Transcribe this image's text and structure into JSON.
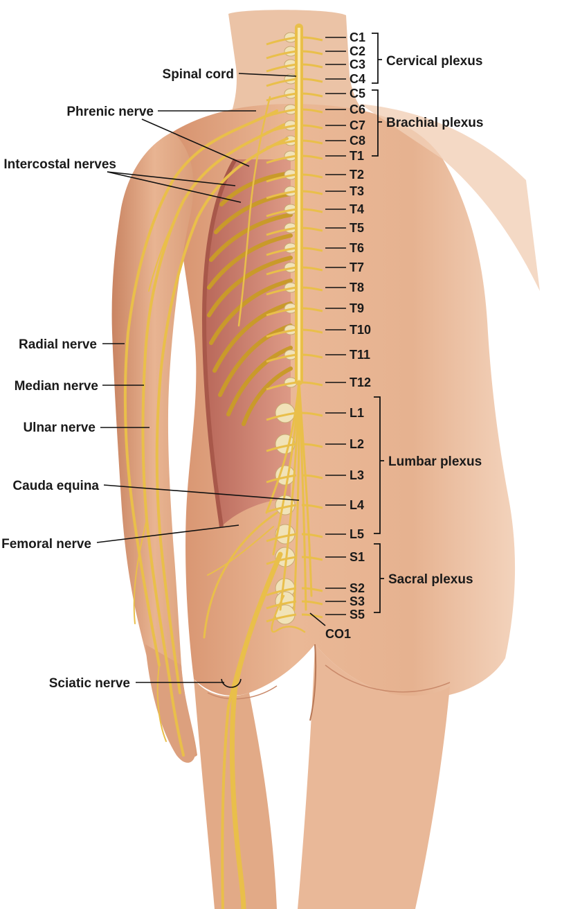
{
  "labels": {
    "spinal_cord": "Spinal cord",
    "phrenic_nerve": "Phrenic nerve",
    "intercostal_nerves": "Intercostal nerves",
    "radial_nerve": "Radial nerve",
    "median_nerve": "Median nerve",
    "ulnar_nerve": "Ulnar nerve",
    "cauda_equina": "Cauda equina",
    "femoral_nerve": "Femoral nerve",
    "sciatic_nerve": "Sciatic nerve"
  },
  "plexuses": {
    "cervical": "Cervical plexus",
    "brachial": "Brachial plexus",
    "lumbar": "Lumbar plexus",
    "sacral": "Sacral plexus"
  },
  "segments": {
    "C1": "C1",
    "C2": "C2",
    "C3": "C3",
    "C4": "C4",
    "C5": "C5",
    "C6": "C6",
    "C7": "C7",
    "C8": "C8",
    "T1": "T1",
    "T2": "T2",
    "T3": "T3",
    "T4": "T4",
    "T5": "T5",
    "T6": "T6",
    "T7": "T7",
    "T8": "T8",
    "T9": "T9",
    "T10": "T10",
    "T11": "T11",
    "T12": "T12",
    "L1": "L1",
    "L2": "L2",
    "L3": "L3",
    "L4": "L4",
    "L5": "L5",
    "S1": "S1",
    "S2": "S2",
    "S3": "S3",
    "S5": "S5",
    "CO1": "CO1"
  },
  "colors": {
    "skin": "#e8b592",
    "skin_shadow": "#c98866",
    "nerve": "#e9bf4a",
    "muscle": "#c9786a",
    "bone": "#f1e3b8",
    "label": "#1a1a1a"
  }
}
